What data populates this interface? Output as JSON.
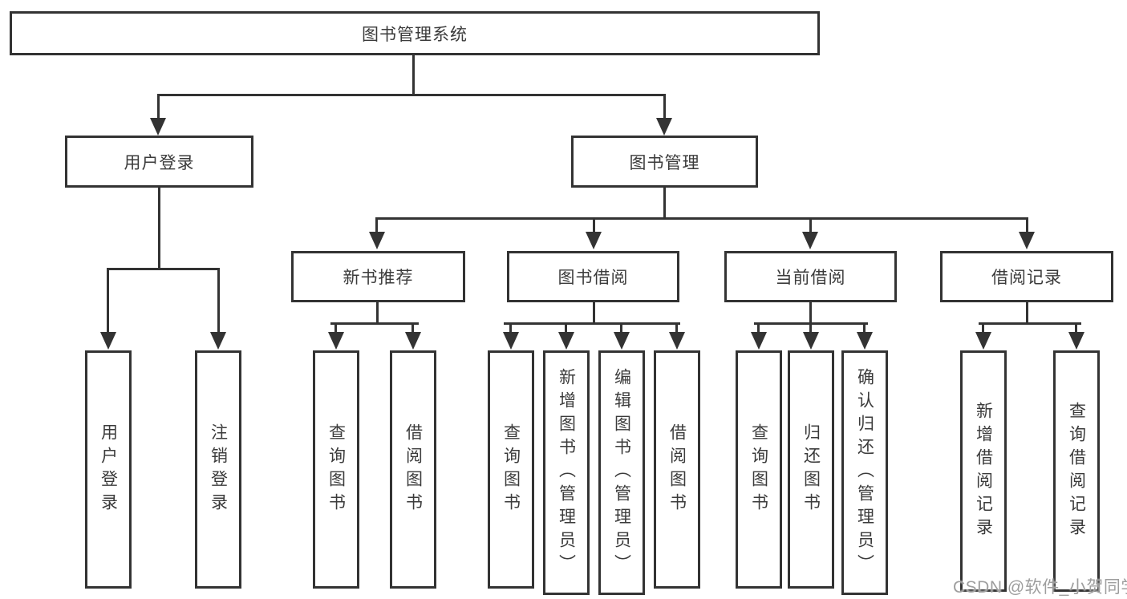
{
  "diagram_title": "图书管理系统",
  "nodes": {
    "root": {
      "label": "图书管理系统"
    },
    "user_login": {
      "label": "用户登录"
    },
    "book_management": {
      "label": "图书管理"
    },
    "new_book_recommend": {
      "label": "新书推荐"
    },
    "book_borrowing": {
      "label": "图书借阅"
    },
    "current_borrowing": {
      "label": "当前借阅"
    },
    "borrowing_records": {
      "label": "借阅记录"
    }
  },
  "leaves": [
    {
      "label": "用户登录",
      "parent": "用户登录"
    },
    {
      "label": "注销登录",
      "parent": "用户登录"
    },
    {
      "label": "查询图书",
      "parent": "新书推荐"
    },
    {
      "label": "借阅图书",
      "parent": "新书推荐"
    },
    {
      "label": "查询图书",
      "parent": "图书借阅"
    },
    {
      "label": "新增图书（管理员）",
      "parent": "图书借阅"
    },
    {
      "label": "编辑图书（管理员）",
      "parent": "图书借阅"
    },
    {
      "label": "借阅图书",
      "parent": "图书借阅"
    },
    {
      "label": "查询图书",
      "parent": "当前借阅"
    },
    {
      "label": "归还图书",
      "parent": "当前借阅"
    },
    {
      "label": "确认归还（管理员）",
      "parent": "当前借阅"
    },
    {
      "label": "新增借阅记录",
      "parent": "借阅记录"
    },
    {
      "label": "查询借阅记录",
      "parent": "借阅记录"
    }
  ],
  "watermark": {
    "text": "CSDN @软件_小贺同学"
  },
  "colors": {
    "line": "#333333",
    "text": "#3b3b3b",
    "box_bg": "#ffffff",
    "page_bg": "#ffffff",
    "watermark": "#9e9e9e"
  }
}
